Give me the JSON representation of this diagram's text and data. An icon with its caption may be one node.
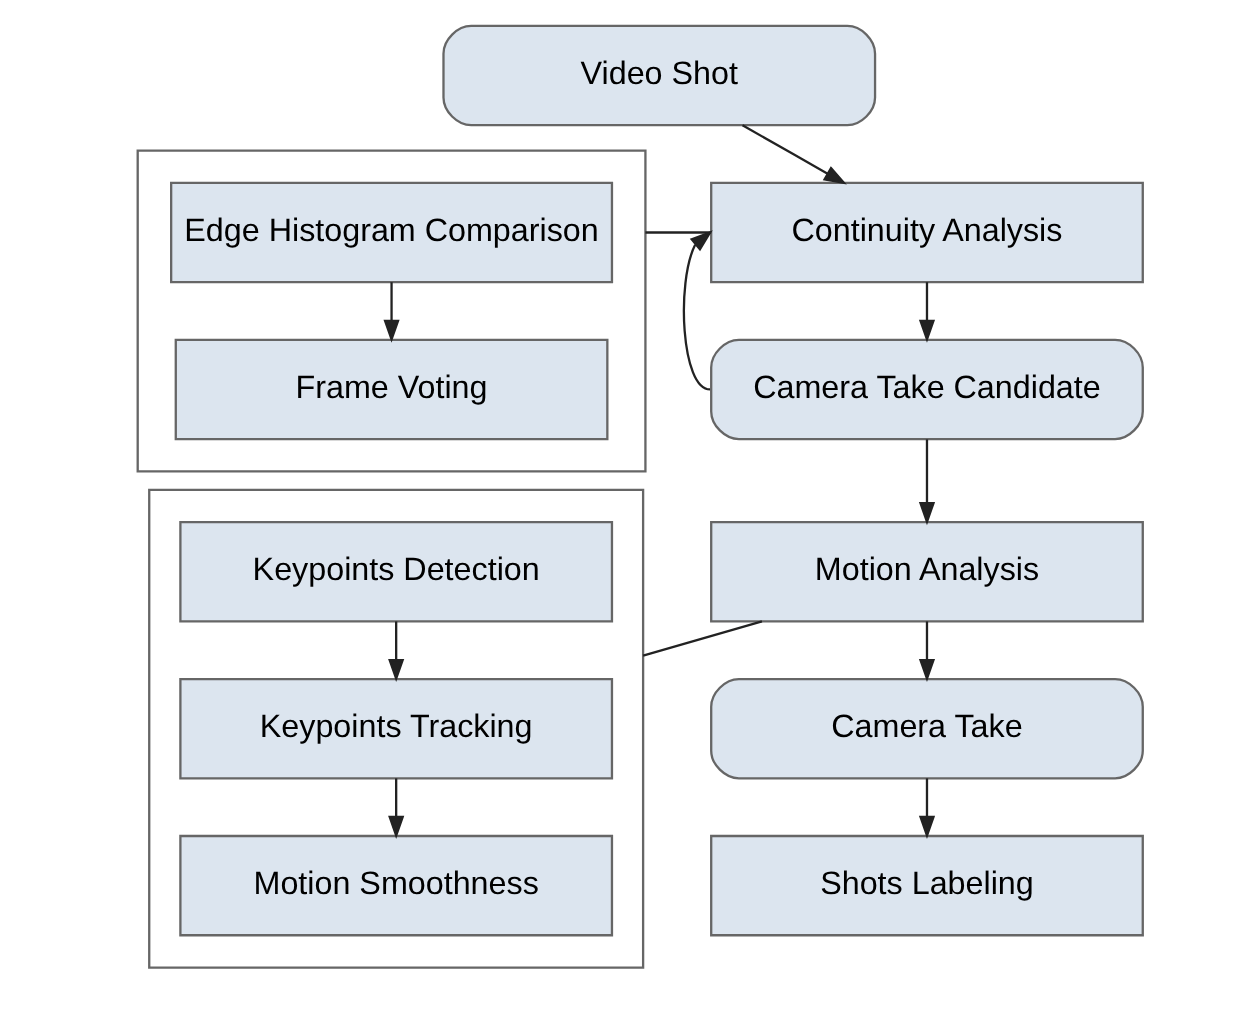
{
  "diagram": {
    "nodes": [
      {
        "text": [
          "Video Shot"
        ]
      },
      {
        "text": [
          "Continuity Analysis"
        ]
      },
      {
        "text": [
          "Camera Take Candidate"
        ]
      },
      {
        "text": [
          "Motion Analysis"
        ]
      },
      {
        "text": [
          "Camera Take"
        ]
      },
      {
        "text": [
          "Shots Labeling"
        ]
      },
      {
        "text": [],
        "shape": "box"
      },
      {
        "text": [
          "Edge Histogram Comparison"
        ],
        "in": 6
      },
      {
        "text": [
          "Frame Voting"
        ],
        "in": 6
      },
      {
        "text": [],
        "shape": "box"
      },
      {
        "text": [
          "Keypoints Detection"
        ],
        "in": 9
      },
      {
        "text": [
          "Keypoints Tracking"
        ],
        "in": 9
      },
      {
        "text": [
          "Motion Smoothness"
        ],
        "in": 9
      }
    ],
    "edges": [
      {
        "from": 0,
        "to": 1,
        "arrow": "to"
      },
      {
        "from": 1,
        "to": 2,
        "arrow": "to"
      },
      {
        "from": 2,
        "to": 1,
        "arrow": "to"
      },
      {
        "from": 2,
        "to": 3,
        "arrow": "to"
      },
      {
        "from": 3,
        "to": 4,
        "arrow": "to"
      },
      {
        "from": 4,
        "to": 5,
        "arrow": "to"
      },
      {
        "from": 1,
        "to": 6,
        "arrow": "none"
      },
      {
        "from": 7,
        "to": 8,
        "arrow": "to"
      },
      {
        "from": 3,
        "to": 9,
        "arrow": "none"
      },
      {
        "from": 10,
        "to": 11,
        "arrow": "to"
      },
      {
        "from": 11,
        "to": 12,
        "arrow": "to"
      }
    ]
  }
}
